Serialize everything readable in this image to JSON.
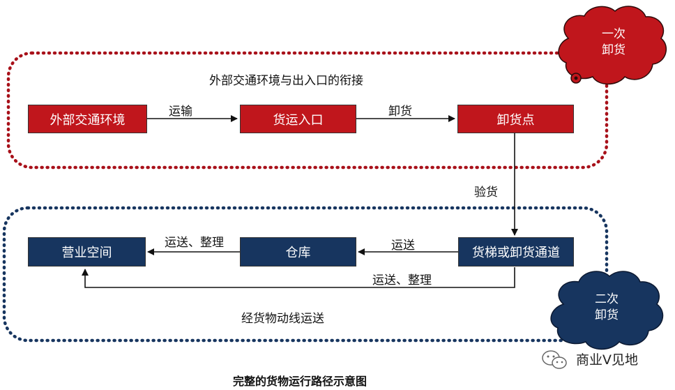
{
  "top_section": {
    "title": "外部交通环境与出入口的衔接"
  },
  "bottom_section": {
    "title": "经货物动线运送"
  },
  "nodes": {
    "external": "外部交通环境",
    "entrance": "货运入口",
    "unload_point": "卸货点",
    "elevator": "货梯或卸货通道",
    "warehouse": "仓库",
    "business": "营业空间"
  },
  "edges": {
    "transport": "运输",
    "unload": "卸货",
    "inspect": "验货",
    "deliver": "运送",
    "deliver_sort_1": "运送、整理",
    "deliver_sort_2": "运送、整理"
  },
  "clouds": {
    "first": {
      "line1": "一次",
      "line2": "卸货",
      "color": "#c0161c"
    },
    "second": {
      "line1": "二次",
      "line2": "卸货",
      "color": "#17355f"
    }
  },
  "caption": "完整的货物运行路径示意图",
  "watermark": "商业V见地"
}
